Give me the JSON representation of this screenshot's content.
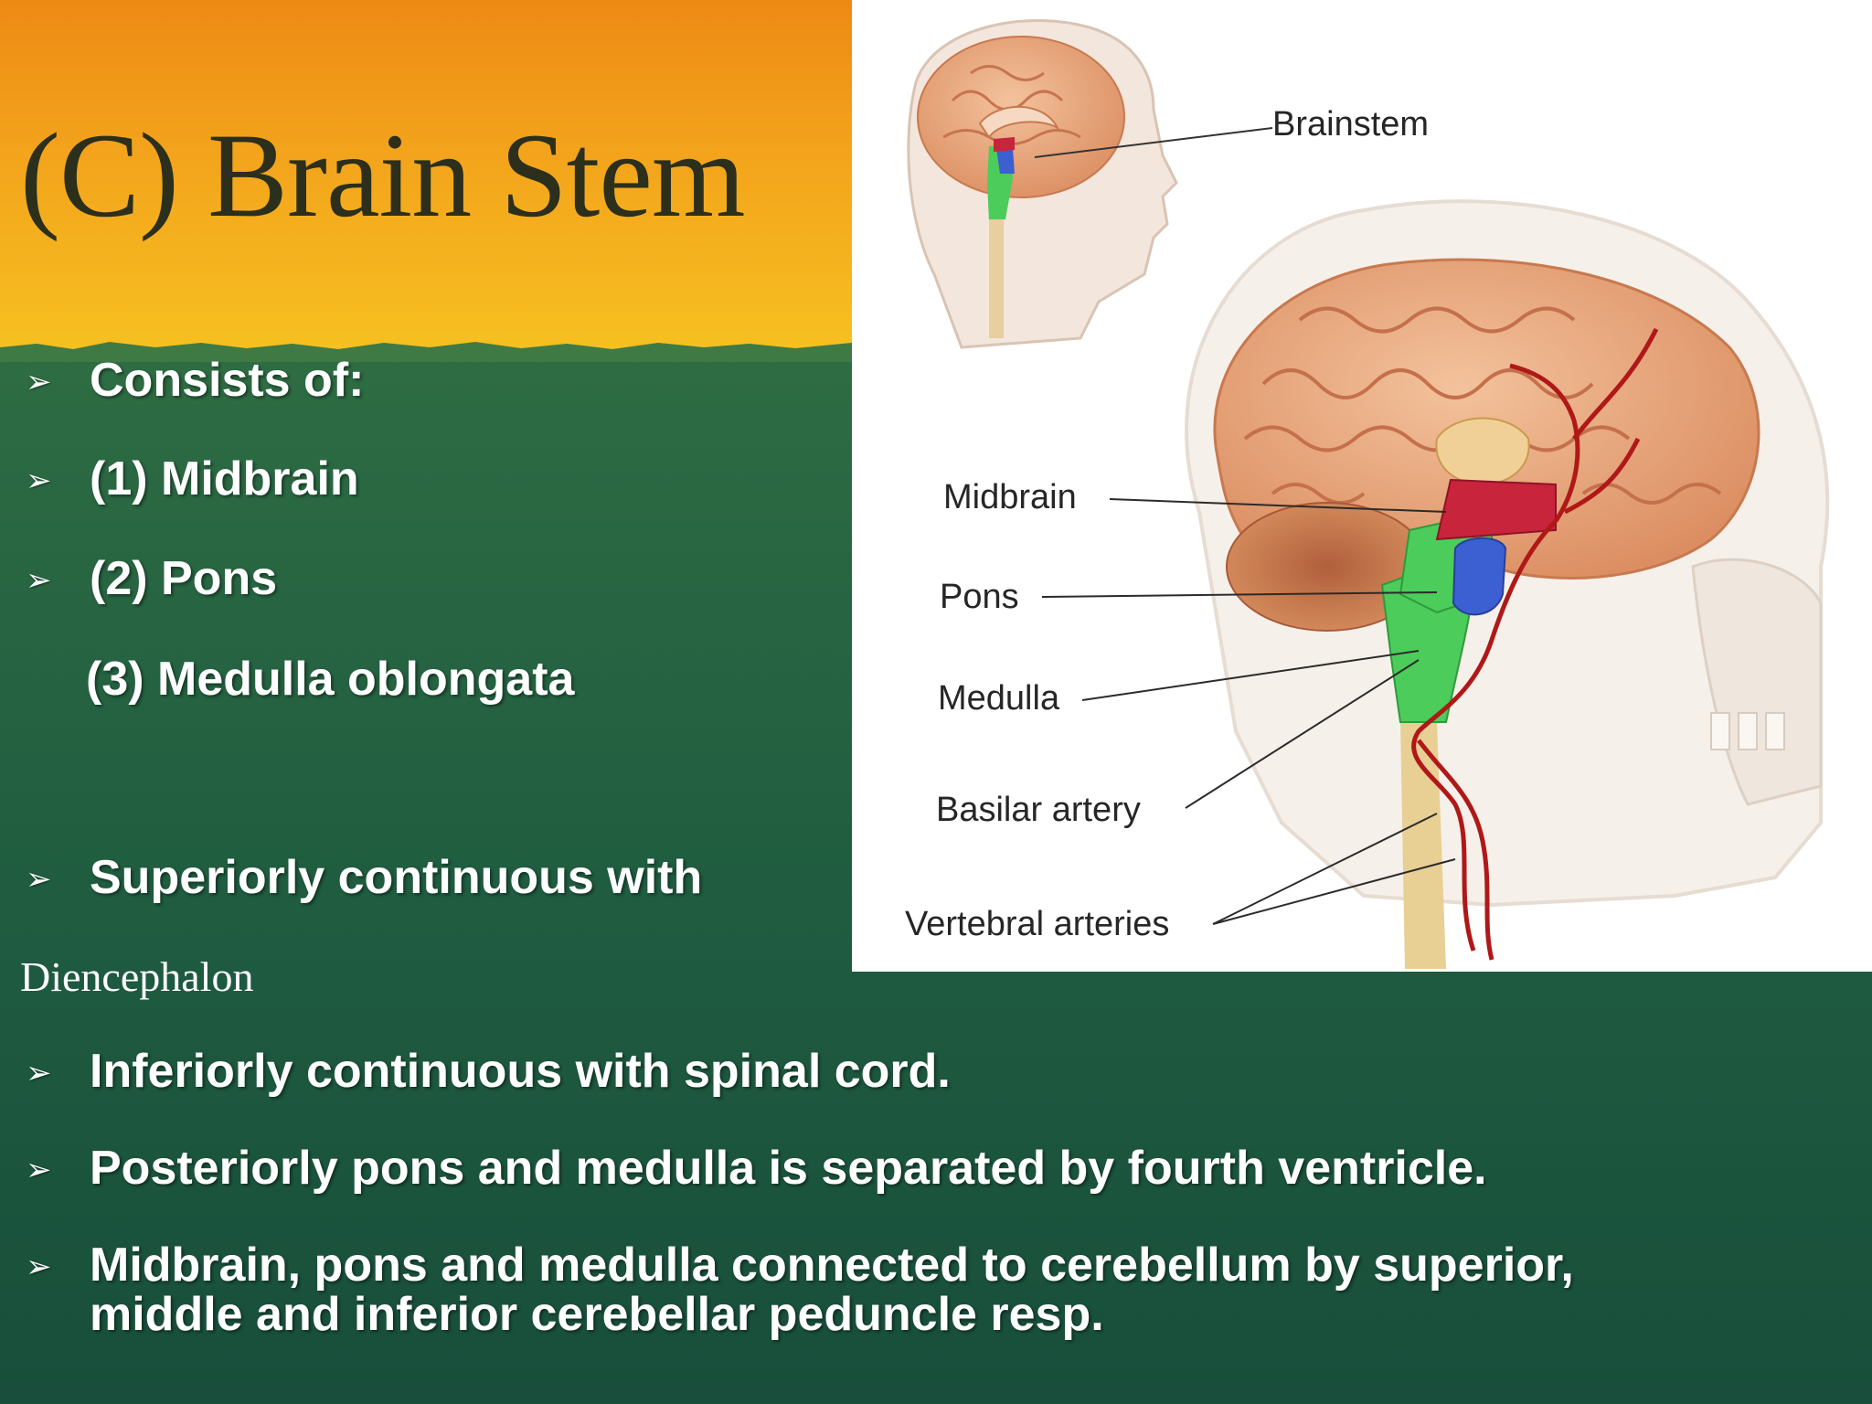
{
  "slide": {
    "title": "(C) Brain Stem",
    "bullet_glyph": "➢",
    "items": [
      "Consists of:",
      "(1) Midbrain",
      "(2) Pons",
      "(3) Medulla oblongata",
      "Superiorly continuous with",
      "Diencephalon",
      "Inferiorly continuous with spinal cord.",
      "Posteriorly pons and medulla is separated by fourth ventricle.",
      "Midbrain, pons and medulla   connected to cerebellum by superior,",
      "middle and inferior cerebellar peduncle resp."
    ]
  },
  "figure": {
    "labels": {
      "brainstem": "Brainstem",
      "midbrain": "Midbrain",
      "pons": "Pons",
      "medulla": "Medulla",
      "basilar_artery": "Basilar artery",
      "vertebral_arteries": "Vertebral arteries"
    },
    "colors": {
      "midbrain": "#c8243c",
      "pons": "#3c5fd2",
      "medulla": "#4ccc5a",
      "artery": "#b01818",
      "brain": "#e9a57c"
    }
  },
  "theme": {
    "title_band_top": "#ed8a14",
    "title_band_bottom": "#f6c020",
    "background": "#2c6a43",
    "title_color": "#2b2f1c"
  }
}
